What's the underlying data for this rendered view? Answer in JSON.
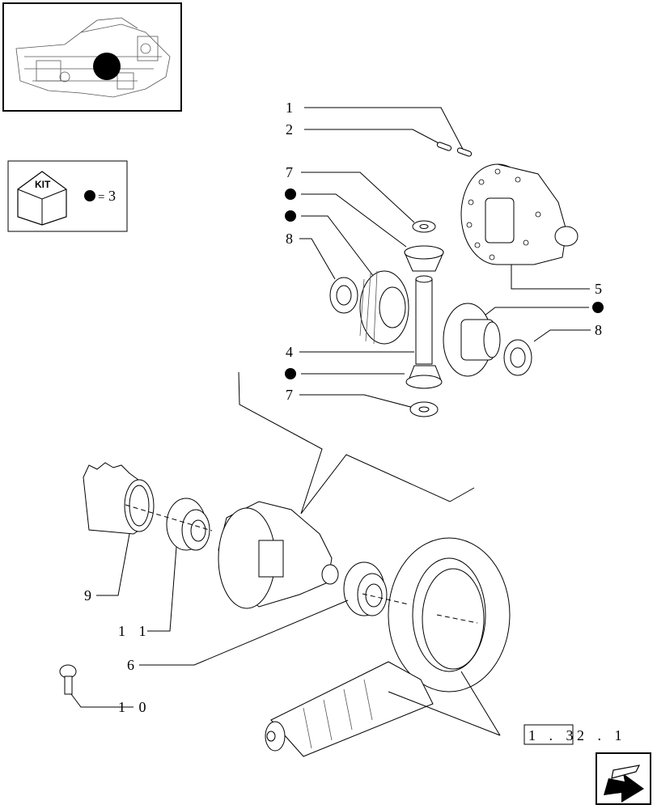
{
  "kit_box": {
    "label": "KIT",
    "quantity_text": "3"
  },
  "callouts": {
    "c1": "1",
    "c2": "2",
    "c7a": "7",
    "c8a": "8",
    "c5": "5",
    "c8b": "8",
    "c4": "4",
    "c7b": "7",
    "c9": "9",
    "c11": "1 1",
    "c6": "6",
    "c10": "1 0"
  },
  "reference": {
    "boxed": "1 . 3",
    "suffix": "2 . 1"
  },
  "icons": {
    "thumbnail": "assembly-location-thumbnail",
    "kit": "kit-cube-icon",
    "nav": "next-page-arrow-icon"
  }
}
